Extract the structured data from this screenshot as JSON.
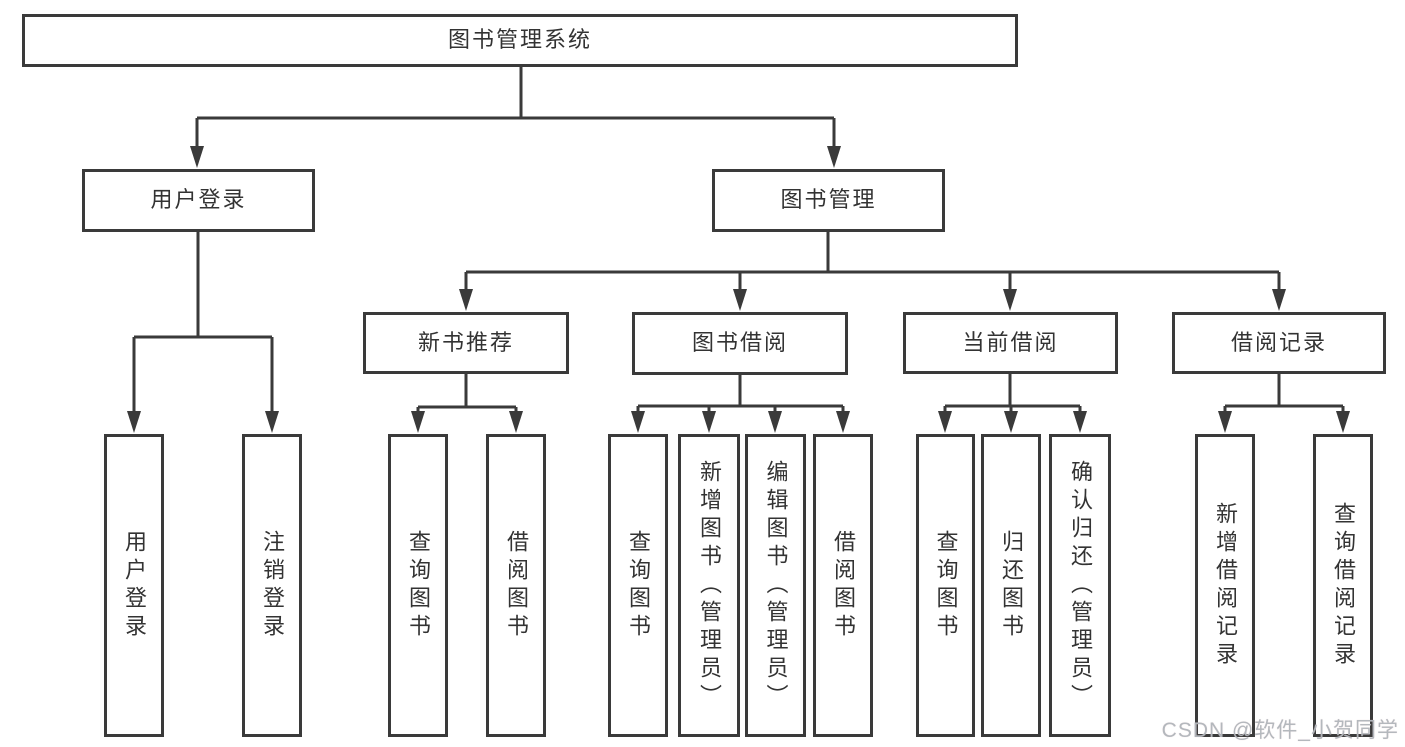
{
  "colors": {
    "box_border": "#3a3a3a",
    "connector_line": "#3a3a3a",
    "text": "#333333",
    "watermark_text": "#b0b5bb",
    "background": "#ffffff"
  },
  "watermark": "CSDN @软件_小贺同学",
  "diagram": {
    "title": "图书管理系统",
    "branches": [
      {
        "label": "用户登录",
        "children": [
          {
            "label": "用户登录"
          },
          {
            "label": "注销登录"
          }
        ]
      },
      {
        "label": "图书管理",
        "children": [
          {
            "label": "新书推荐",
            "children": [
              {
                "label": "查询图书"
              },
              {
                "label": "借阅图书"
              }
            ]
          },
          {
            "label": "图书借阅",
            "children": [
              {
                "label": "查询图书"
              },
              {
                "label": "新增图书（管理员）"
              },
              {
                "label": "编辑图书（管理员）"
              },
              {
                "label": "借阅图书"
              }
            ]
          },
          {
            "label": "当前借阅",
            "children": [
              {
                "label": "查询图书"
              },
              {
                "label": "归还图书"
              },
              {
                "label": "确认归还（管理员）"
              }
            ]
          },
          {
            "label": "借阅记录",
            "children": [
              {
                "label": "新增借阅记录"
              },
              {
                "label": "查询借阅记录"
              }
            ]
          }
        ]
      }
    ]
  }
}
